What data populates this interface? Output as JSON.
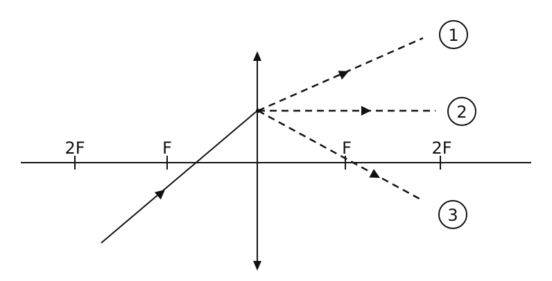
{
  "axis_labels": {
    "left_2f": "2F",
    "left_f": "F",
    "right_f": "F",
    "right_2f": "2F"
  },
  "ray_labels": {
    "ray_1": "1",
    "ray_2": "2",
    "ray_3": "3"
  },
  "colors": {
    "ink": "#111111",
    "background": "#ffffff"
  }
}
